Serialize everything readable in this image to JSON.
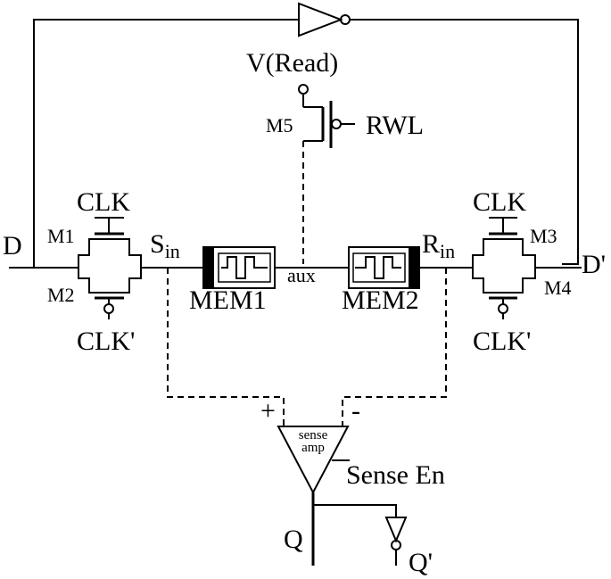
{
  "labels": {
    "v_read": "V(Read)",
    "m5": "M5",
    "rwl": "RWL",
    "d": "D",
    "d_prime": "D'",
    "clk_left": "CLK",
    "clk_right": "CLK",
    "clkp_left": "CLK'",
    "clkp_right": "CLK'",
    "m1": "M1",
    "m2": "M2",
    "m3": "M3",
    "m4": "M4",
    "s_in_main": "S",
    "s_in_sub": "in",
    "r_in_main": "R",
    "r_in_sub": "in",
    "aux": "aux",
    "mem1": "MEM1",
    "mem2": "MEM2",
    "plus": "+",
    "minus": "-",
    "sense_line1": "sense",
    "sense_line2": "amp",
    "sense_en": "Sense En",
    "q": "Q",
    "q_prime": "Q'"
  }
}
